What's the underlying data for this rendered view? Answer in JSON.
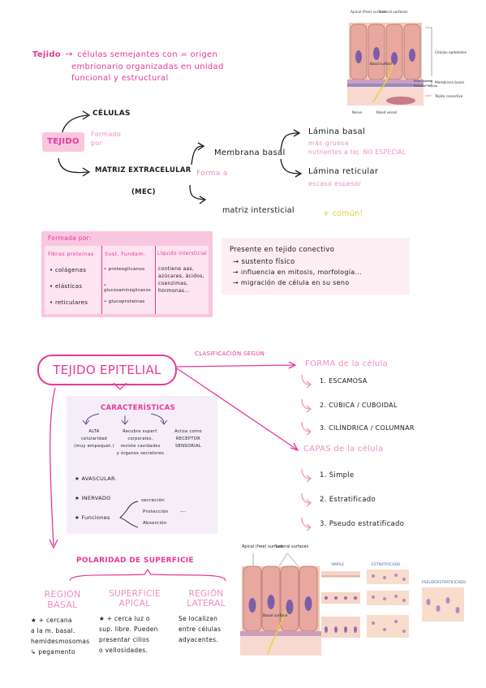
{
  "intro": {
    "term": "Tejido",
    "arrow": "→",
    "definition_lines": [
      "células semejantes con = origen",
      "embrionario organizadas en unidad",
      "funcional y estructural"
    ]
  },
  "top_figure": {
    "labels": {
      "apical": "Apical (free) surface",
      "lateral": "Lateral surfaces",
      "epithelial": "Células epiteliales",
      "basal_surface": "Basal surface",
      "basal_lamina": "Basal lamina",
      "reticular_lamina": "Reticular lamina",
      "membrana_basal": "Membrana basal",
      "tejido_conectivo": "Tejido conectivo",
      "nerve": "Nerve",
      "blood_vessel": "Blood vessel"
    }
  },
  "map": {
    "center": "TEJIDO",
    "formado_por": "Formado por",
    "celulas": "CÉLULAS",
    "matriz": "MATRIZ EXTRACELULAR",
    "mec": "(MEC)",
    "forma_a": "Forma a",
    "membrana_basal": "Membrana basal",
    "lamina_basal": "Lámina basal",
    "lamina_basal_note_1": "más gruesa",
    "lamina_basal_note_2": "nutrientes a tej. NO ESPECIAL",
    "lamina_reticular": "Lámina reticular",
    "lamina_reticular_note": "escaso espesor",
    "matriz_intersticial": "matriz intersticial",
    "mas_comun": "+ común!"
  },
  "table": {
    "title": "Formada por:",
    "columns": [
      {
        "header": "Fibras proteínas",
        "items": [
          "colágenas",
          "elásticas",
          "reticulares"
        ]
      },
      {
        "header": "Sust. Fundam.",
        "items": [
          "proteoglicanos",
          "glucosaminoglicanos",
          "glucoproteínas"
        ]
      },
      {
        "header": "Líquido intersticial",
        "items": [
          "contiene aas, azúcares, ácidos, coenzimas, hormonas..."
        ]
      }
    ]
  },
  "connective": {
    "title": "Presente en tejido conectivo",
    "items": [
      "sustento físico",
      "influencia en mitosis, morfología...",
      "migración de célula en su seno"
    ]
  },
  "epithelial": {
    "title": "TEJIDO EPITELIAL",
    "clasificacion": "CLASIFICACIÓN SEGÚN",
    "forma": "FORMA de la célula",
    "forma_items": [
      "1. ESCAMOSA",
      "2. CÚBICA / CUBOIDAL",
      "3. CILÍNDRICA / COLUMNAR"
    ],
    "capas": "CAPAS de la célula",
    "capas_items": [
      "1. Simple",
      "2. Estratificado",
      "3. Pseudo estratificado"
    ]
  },
  "characteristics": {
    "title": "CARACTERÍSTICAS",
    "col1": [
      "ALTA",
      "celularidad",
      "(muy empaquet.)"
    ],
    "col2": [
      "Recubre superf.",
      "corporales,",
      "reviste cavidades",
      "y órganos secretores"
    ],
    "col3": [
      "Actúa como",
      "RECEPTOR",
      "SENSORIAL"
    ],
    "bullets": [
      "AVASCULAR.",
      "INERVADO",
      "Funciones"
    ],
    "funciones": [
      "secreción",
      "Protección",
      "Absorción"
    ],
    "ellipsis": "..."
  },
  "polaridad": {
    "title": "POLARIDAD DE SUPERFICIE",
    "regions": [
      {
        "title_1": "REGIÓN",
        "title_2": "BASAL",
        "lines": [
          "★ + cercana",
          "a la m. basal.",
          "hemidesmosomas",
          "↳ pegamento"
        ]
      },
      {
        "title_1": "SUPERFICIE",
        "title_2": "APICAL",
        "lines": [
          "★ + cerca luz o",
          "sup. libre. Pueden",
          "presentar cilios",
          "o vellosidades."
        ]
      },
      {
        "title_1": "REGIÓN",
        "title_2": "LATERAL",
        "lines": [
          "Se localizan",
          "entre células",
          "adyacentes."
        ]
      }
    ]
  },
  "bottom_figure": {
    "apical": "Apical (free) surface",
    "lateral": "Lateral surfaces",
    "basal": "Basal surface",
    "simple": "SIMPLE",
    "estratificado": "ESTRATIFICADO",
    "pseudo": "PSEUDOESTRATIFICADO"
  },
  "colors": {
    "accent": "#e8379a",
    "light_accent": "#f08cc4",
    "box": "#f9c6df",
    "lilac": "#f5eef9"
  }
}
